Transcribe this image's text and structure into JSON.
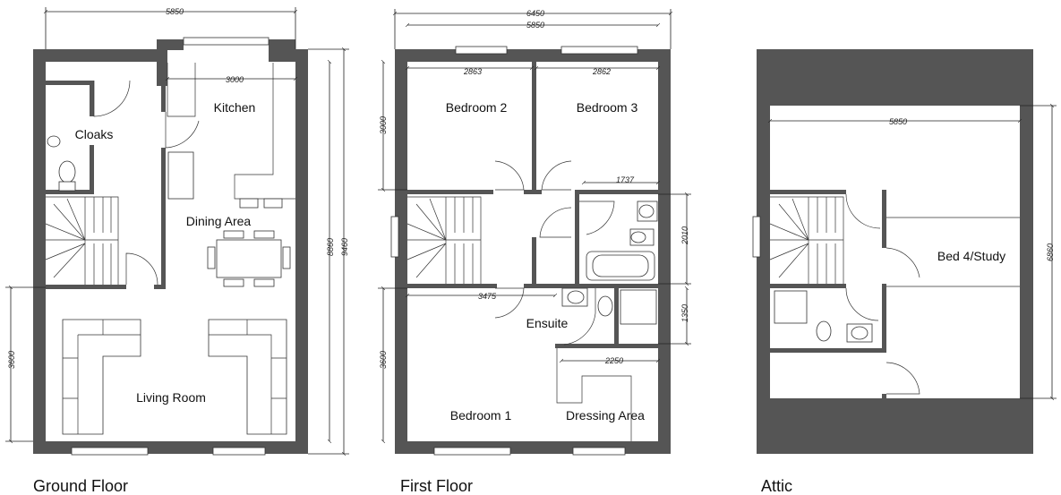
{
  "floors": {
    "ground": {
      "title": "Ground Floor",
      "rooms": {
        "kitchen": "Kitchen",
        "cloaks": "Cloaks",
        "dining": "Dining Area",
        "living": "Living Room"
      },
      "dims": {
        "width_top": "5850",
        "kitchen_width": "3000",
        "depth_inner": "8860",
        "depth_outer": "9460",
        "living_depth": "3600"
      }
    },
    "first": {
      "title": "First Floor",
      "rooms": {
        "bed2": "Bedroom 2",
        "bed3": "Bedroom 3",
        "ensuite": "Ensuite",
        "bed1": "Bedroom 1",
        "dressing": "Dressing Area"
      },
      "dims": {
        "width_outer": "6450",
        "width_inner": "5850",
        "bed2_width": "2863",
        "bed3_width": "2862",
        "bed_depth": "3000",
        "bath_width": "1737",
        "bath_depth": "2010",
        "landing_width": "3475",
        "ensuite_depth": "1350",
        "bed1_depth": "3600",
        "dressing_width": "2250"
      }
    },
    "attic": {
      "title": "Attic",
      "rooms": {
        "bed4": "Bed 4/Study"
      },
      "dims": {
        "width": "5850",
        "depth": "6860"
      }
    }
  }
}
